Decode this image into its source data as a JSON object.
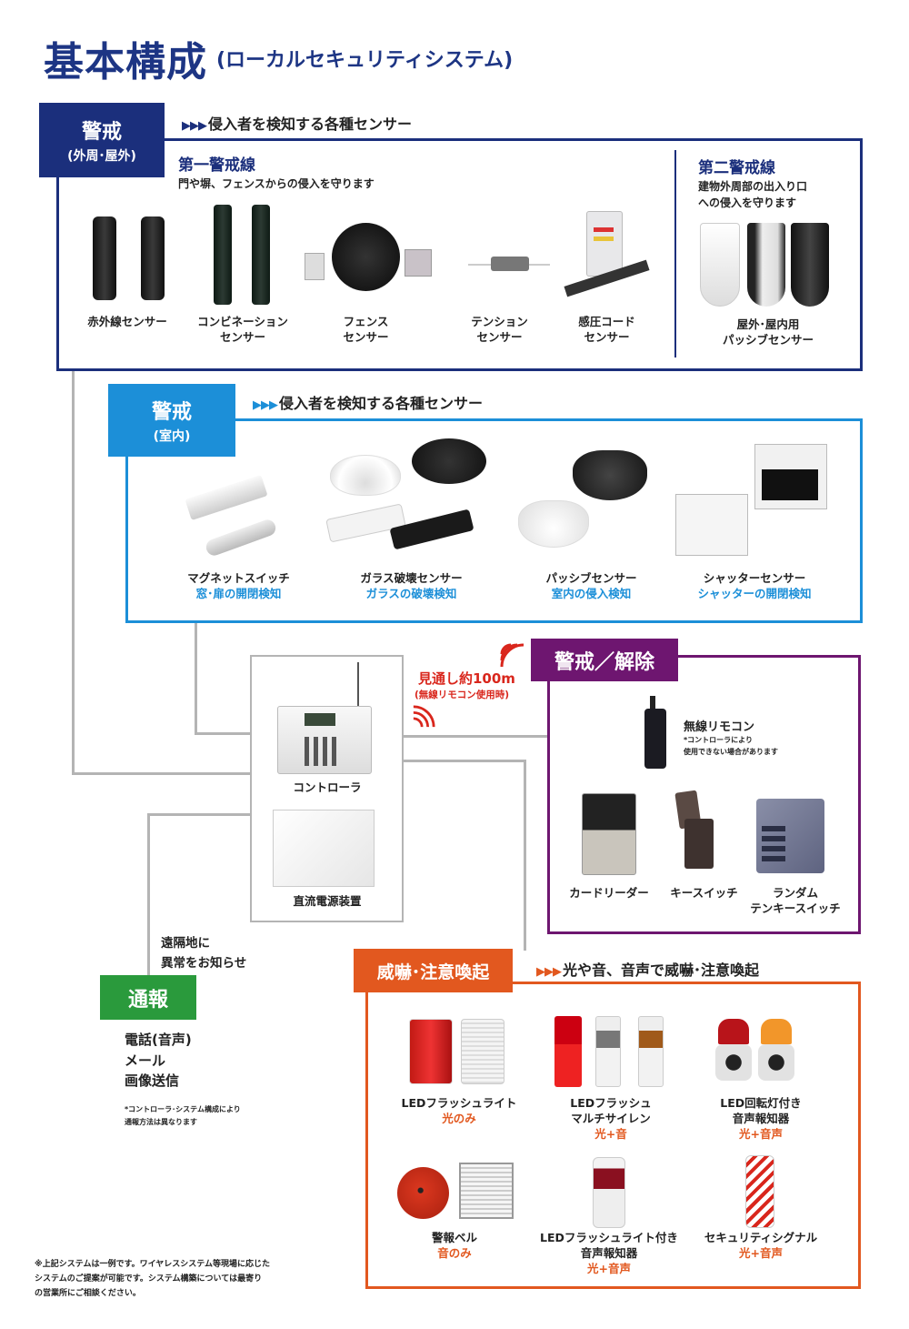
{
  "title": {
    "main": "基本構成",
    "sub": "(ローカルセキュリティシステム)"
  },
  "colors": {
    "navy": "#1b2f7c",
    "sky": "#1c8fd8",
    "purple": "#6e1670",
    "green": "#2a9a3c",
    "orange": "#e2581f",
    "red": "#d9261c"
  },
  "outdoor": {
    "label": "警戒",
    "label_sub": "(外周･屋外)",
    "header_arrows": "▶▶▶",
    "header": "侵入者を検知する各種センサー",
    "first_line": {
      "title": "第一警戒線",
      "desc": "門や塀、フェンスからの侵入を守ります"
    },
    "second_line": {
      "title": "第二警戒線",
      "desc": "建物外周部の出入り口\nへの侵入を守ります"
    },
    "products": [
      {
        "name": "赤外線センサー"
      },
      {
        "name": "コンビネーション\nセンサー"
      },
      {
        "name": "フェンス\nセンサー"
      },
      {
        "name": "テンション\nセンサー"
      },
      {
        "name": "感圧コード\nセンサー"
      },
      {
        "name": "屋外･屋内用\nパッシブセンサー"
      }
    ]
  },
  "indoor": {
    "label": "警戒",
    "label_sub": "(室内)",
    "header_arrows": "▶▶▶",
    "header": "侵入者を検知する各種センサー",
    "products": [
      {
        "name": "マグネットスイッチ",
        "desc": "窓･扉の開閉検知"
      },
      {
        "name": "ガラス破壊センサー",
        "desc": "ガラスの破壊検知"
      },
      {
        "name": "パッシブセンサー",
        "desc": "室内の侵入検知"
      },
      {
        "name": "シャッターセンサー",
        "desc": "シャッターの開閉検知"
      }
    ]
  },
  "controller": {
    "controller_label": "コントローラ",
    "power_label": "直流電源装置"
  },
  "wireless": {
    "range": "見通し約100m",
    "note": "(無線リモコン使用時)"
  },
  "arm_disarm": {
    "label": "警戒／解除",
    "remote": {
      "name": "無線リモコン",
      "note": "*コントローラにより\n使用できない場合があります"
    },
    "products": [
      {
        "name": "カードリーダー"
      },
      {
        "name": "キースイッチ"
      },
      {
        "name": "ランダム\nテンキースイッチ"
      }
    ]
  },
  "notify": {
    "lead": "遠隔地に\n異常をお知らせ",
    "label": "通報",
    "methods": [
      "電話(音声)",
      "メール",
      "画像送信"
    ],
    "note": "*コントローラ･システム構成により\n通報方法は異なります"
  },
  "alert": {
    "label": "威嚇･注意喚起",
    "header_arrows": "▶▶▶",
    "header": "光や音、音声で威嚇･注意喚起",
    "products": [
      {
        "name": "LEDフラッシュライト",
        "desc": "光のみ"
      },
      {
        "name": "LEDフラッシュ\nマルチサイレン",
        "desc": "光+音"
      },
      {
        "name": "LED回転灯付き\n音声報知器",
        "desc": "光+音声"
      },
      {
        "name": "警報ベル",
        "desc": "音のみ"
      },
      {
        "name": "LEDフラッシュライト付き\n音声報知器",
        "desc": "光+音声"
      },
      {
        "name": "セキュリティシグナル",
        "desc": "光+音声"
      }
    ]
  },
  "footnote": "※上記システムは一例です。ワイヤレスシステム等現場に応じた\nシステムのご提案が可能です。システム構築については最寄り\nの営業所にご相談ください。"
}
